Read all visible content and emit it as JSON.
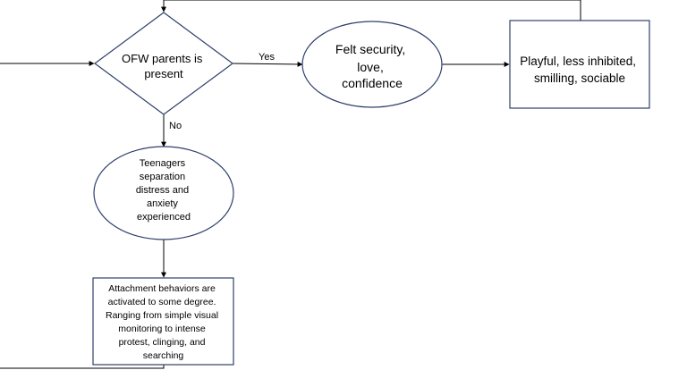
{
  "nodes": {
    "decision": {
      "lines": [
        "OFW parents is",
        "present"
      ]
    },
    "felt_security": {
      "lines": [
        "Felt security,",
        "love,",
        "confidence"
      ]
    },
    "playful": {
      "lines": [
        "Playful, less inhibited,",
        "smilling, sociable"
      ]
    },
    "separation_distress": {
      "lines": [
        "Teenagers",
        "separation",
        "distress and",
        "anxiety",
        "experienced"
      ]
    },
    "attachment_behaviors": {
      "lines": [
        "Attachment behaviors are",
        "activated to some degree.",
        "Ranging from simple visual",
        "monitoring to intense",
        "protest, clinging, and",
        "searching"
      ]
    }
  },
  "edges": {
    "yes_label": "Yes",
    "no_label": "No"
  },
  "colors": {
    "shape_stroke": "#2f3f6b",
    "line": "#000000",
    "text": "#000000"
  }
}
